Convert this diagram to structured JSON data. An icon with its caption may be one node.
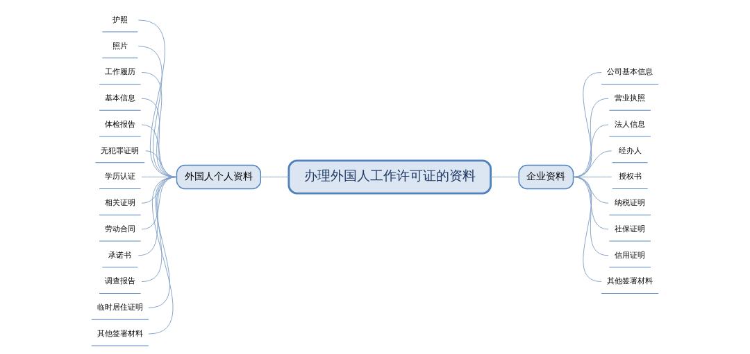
{
  "diagram": {
    "nodes": [
      {
        "text": [
          "办理外国人工作许可证的资料"
        ]
      },
      {
        "text": [
          "外国人个人资料"
        ]
      },
      {
        "text": [
          "企业资料"
        ]
      },
      {
        "text": [
          "护照"
        ]
      },
      {
        "text": [
          "照片"
        ]
      },
      {
        "text": [
          "工作履历"
        ]
      },
      {
        "text": [
          "基本信息"
        ]
      },
      {
        "text": [
          "体检报告"
        ]
      },
      {
        "text": [
          "无犯罪证明"
        ]
      },
      {
        "text": [
          "学历认证"
        ]
      },
      {
        "text": [
          "相关证明"
        ]
      },
      {
        "text": [
          "劳动合同"
        ]
      },
      {
        "text": [
          "承诺书"
        ]
      },
      {
        "text": [
          "调查报告"
        ]
      },
      {
        "text": [
          "临时居住证明"
        ]
      },
      {
        "text": [
          "其他签署材料"
        ]
      },
      {
        "text": [
          "公司基本信息"
        ]
      },
      {
        "text": [
          "营业执照"
        ]
      },
      {
        "text": [
          "法人信息"
        ]
      },
      {
        "text": [
          "经办人"
        ]
      },
      {
        "text": [
          "授权书"
        ]
      },
      {
        "text": [
          "纳税证明"
        ]
      },
      {
        "text": [
          "社保证明"
        ]
      },
      {
        "text": [
          "信用证明"
        ]
      },
      {
        "text": [
          "其他签署材料"
        ]
      }
    ],
    "edges": [
      {
        "from": 0,
        "to": 1,
        "arrow": "none"
      },
      {
        "from": 0,
        "to": 2,
        "arrow": "none"
      },
      {
        "from": 1,
        "to": 3,
        "arrow": "none"
      },
      {
        "from": 1,
        "to": 4,
        "arrow": "none"
      },
      {
        "from": 1,
        "to": 5,
        "arrow": "none"
      },
      {
        "from": 1,
        "to": 6,
        "arrow": "none"
      },
      {
        "from": 1,
        "to": 7,
        "arrow": "none"
      },
      {
        "from": 1,
        "to": 8,
        "arrow": "none"
      },
      {
        "from": 1,
        "to": 9,
        "arrow": "none"
      },
      {
        "from": 1,
        "to": 10,
        "arrow": "none"
      },
      {
        "from": 1,
        "to": 11,
        "arrow": "none"
      },
      {
        "from": 1,
        "to": 12,
        "arrow": "none"
      },
      {
        "from": 1,
        "to": 13,
        "arrow": "none"
      },
      {
        "from": 1,
        "to": 14,
        "arrow": "none"
      },
      {
        "from": 1,
        "to": 15,
        "arrow": "none"
      },
      {
        "from": 2,
        "to": 16,
        "arrow": "none"
      },
      {
        "from": 2,
        "to": 17,
        "arrow": "none"
      },
      {
        "from": 2,
        "to": 18,
        "arrow": "none"
      },
      {
        "from": 2,
        "to": 19,
        "arrow": "none"
      },
      {
        "from": 2,
        "to": 20,
        "arrow": "none"
      },
      {
        "from": 2,
        "to": 21,
        "arrow": "none"
      },
      {
        "from": 2,
        "to": 22,
        "arrow": "none"
      },
      {
        "from": 2,
        "to": 23,
        "arrow": "none"
      },
      {
        "from": 2,
        "to": 24,
        "arrow": "none"
      }
    ]
  }
}
